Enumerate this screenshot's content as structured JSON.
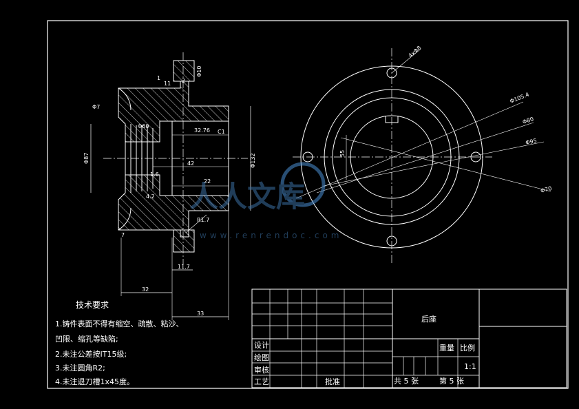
{
  "drawing": {
    "part_name": "后座",
    "watermark": {
      "brand": "人人文库",
      "url": "www.renrendoc.com"
    }
  },
  "tech_requirements": {
    "title": "技术要求",
    "items": [
      "1.铸件表面不得有缩空、疏散、粘沙、",
      "凹限、缩孔等缺陷;",
      "2.未注公差按IT15级;",
      "3.未注圆角R2;",
      "4.未注退刀槽1x45度。"
    ]
  },
  "title_block": {
    "design": "设计",
    "drawing": "绘图",
    "review": "审核",
    "process": "工艺",
    "approve": "批准",
    "weight": "重量",
    "scale_label": "比例",
    "scale_value": "1:1",
    "total_label": "共 5 张",
    "sheet_label": "第 5 张"
  },
  "section_view_dims": {
    "d_top_hole": "Φ10",
    "d_left": "Φ87",
    "d_right": "Φ132",
    "d_left_small": "Φ7",
    "d_1": "1",
    "d_11": "11",
    "d_2": "2",
    "d_60": "Φ60",
    "d_3276": "32.76",
    "d_c1": "C1",
    "d_42": "42",
    "d_16": "1.6",
    "d_22": "22",
    "d_42b": "4.2",
    "d_r17": "R1.7",
    "d_7": "7",
    "d_117": "11.7",
    "d_32": "32",
    "d_33": "33"
  },
  "front_view_dims": {
    "hole": "4xΦ8",
    "d1054": "Φ105.4",
    "d80": "Φ80",
    "d95": "Φ95",
    "d70": "Φ70",
    "key": "55"
  }
}
